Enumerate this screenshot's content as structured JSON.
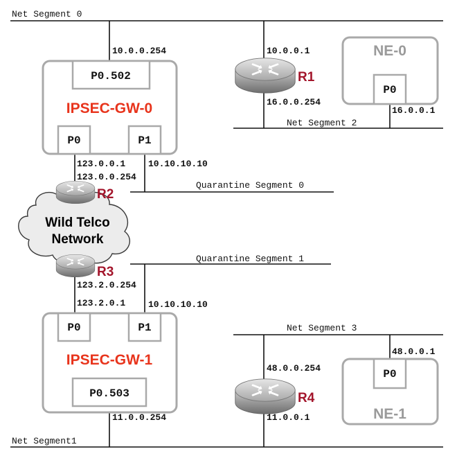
{
  "segments": {
    "net0": "Net Segment 0",
    "net1": "Net Segment1",
    "net2": "Net Segment 2",
    "net3": "Net Segment 3",
    "q0": "Quarantine Segment 0",
    "q1": "Quarantine Segment 1"
  },
  "gateways": {
    "gw0": {
      "name": "IPSEC-GW-0",
      "top_port": "P0.502",
      "left_port": "P0",
      "right_port": "P1"
    },
    "gw1": {
      "name": "IPSEC-GW-1",
      "bottom_port": "P0.503",
      "left_port": "P0",
      "right_port": "P1"
    }
  },
  "routers": {
    "r1": "R1",
    "r2": "R2",
    "r3": "R3",
    "r4": "R4"
  },
  "network_elements": {
    "ne0": {
      "name": "NE-0",
      "port": "P0"
    },
    "ne1": {
      "name": "NE-1",
      "port": "P0"
    }
  },
  "cloud": {
    "line1": "Wild Telco",
    "line2": "Network"
  },
  "addresses": {
    "gw0_top": "10.0.0.254",
    "r1_top": "10.0.0.1",
    "r1_bottom": "16.0.0.254",
    "ne0_port": "16.0.0.1",
    "gw0_p0": "123.0.0.1",
    "r2": "123.0.0.254",
    "gw0_p1": "10.10.10.10",
    "r3": "123.2.0.254",
    "gw1_p0": "123.2.0.1",
    "gw1_p1": "10.10.10.10",
    "gw1_bottom": "11.0.0.254",
    "r4_top": "48.0.0.254",
    "r4_bottom": "11.0.0.1",
    "ne1_port": "48.0.0.1"
  },
  "colors": {
    "gateway_label": "#e8341c",
    "router_label": "#a3152b",
    "box_border": "#a9a9a9",
    "ne_label": "#9a9a9a"
  }
}
